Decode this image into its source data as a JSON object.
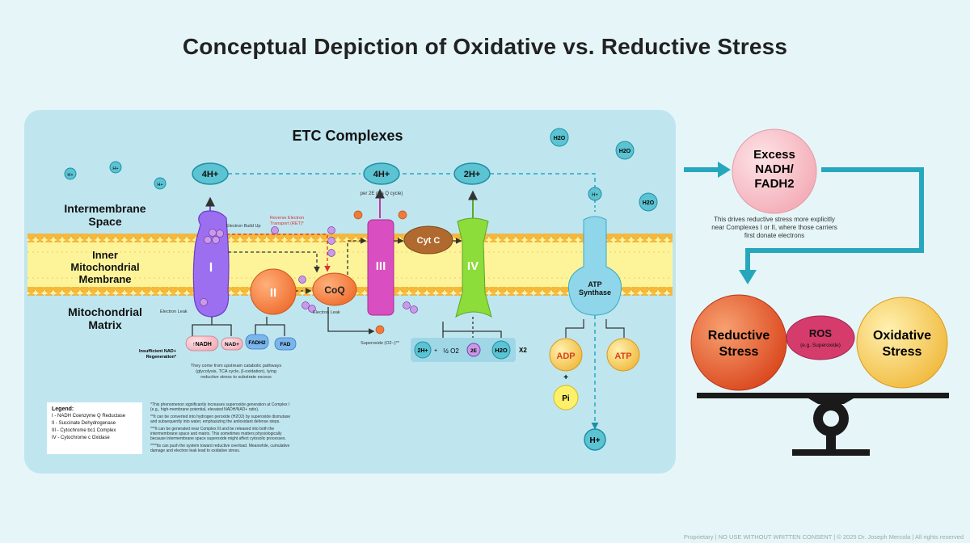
{
  "title": "Conceptual Depiction of Oxidative vs. Reductive Stress",
  "etc_title": "ETC Complexes",
  "regions": {
    "intermembrane": [
      "Intermembrane",
      "Space"
    ],
    "inner": [
      "Inner",
      "Mitochondrial",
      "Membrane"
    ],
    "matrix": [
      "Mitochondrial",
      "Matrix"
    ]
  },
  "complexes": {
    "c1": "I",
    "c2": "II",
    "c3": "III",
    "c4": "IV",
    "coq": "CoQ",
    "cytc": "Cyt C",
    "atp_synthase": [
      "ATP",
      "Synthase"
    ]
  },
  "protons": {
    "h_single": "H+",
    "p1": "4H+",
    "p2": "4H+",
    "p3": "2H+",
    "p2_note": "per 2E (via Q cycle)"
  },
  "water": "H2O",
  "electron": "E",
  "superoxide_small": "O2",
  "annotations": {
    "electron_buildup": "Electron Build Up",
    "ret": [
      "Reverse Electron",
      "Transport (RET)*"
    ],
    "electron_leak": "Electron Leak",
    "superoxide": "Superoxide (O2−)**"
  },
  "substrates": {
    "nadh": "↑NADH",
    "nad": "NAD+",
    "fadh2": "FADH2",
    "fad": "FAD",
    "insufficient": [
      "Insufficient NAD+",
      "Regeneration*"
    ],
    "note": [
      "They come from upstream catabolic pathways",
      "(glycolysis, TCA cycle, β-oxidation), tying",
      "reductive stress to substrate excess"
    ]
  },
  "reaction": {
    "r1": "2H+",
    "plus": "+",
    "r2": "½ O2",
    "r3": "2E",
    "product": "H2O",
    "times": "X2"
  },
  "atp": {
    "adp": "ADP",
    "plus": "+",
    "pi": "Pi",
    "atp": "ATP"
  },
  "legend": {
    "title": "Legend:",
    "items": [
      "I - NADH Coenzyme Q Reductase",
      "II - Succinate Dehydrogenase",
      "III - Cytochrome bc1 Complex",
      "IV - Cytochrome c Oxidase"
    ]
  },
  "footnotes": [
    "*This phenomenon significantly increases superoxide generation at Complex I (e.g., high-membrane potential, elevated NADH/NAD+ ratio).",
    "**It can be converted into hydrogen peroxide (H2O2) by superoxide dismutase and subsequently into water, emphasizing the antioxidant defense steps.",
    "***It can be generated near Complex III and be released into both the intermembrane space and matrix. This sometimes matters physiologically because intermembrane space superoxide might affect cytosolic processes.",
    "****Its can push the system toward reductive overload. Meanwhile, cumulative damage and electron leak lead to oxidative stress."
  ],
  "right": {
    "excess": [
      "Excess",
      "NADH/",
      "FADH2"
    ],
    "excess_note": [
      "This drives reductive stress more explicitly",
      "near Complexes I or II, where those carriers",
      "first donate electrons"
    ],
    "reductive": [
      "Reductive",
      "Stress"
    ],
    "ros": "ROS",
    "ros_note": "(e.g. Superoxide)",
    "oxidative": [
      "Oxidative",
      "Stress"
    ]
  },
  "colors": {
    "panel": "#bfe6ef",
    "teal": "#27a7bd",
    "membrane": "#f7b83a",
    "c1": "#9b6ff0",
    "c2": "#f0803a",
    "c3": "#d94fc1",
    "c4": "#8cdc3a",
    "atp_synthase": "#8fd6ea",
    "reductive": "#e8541f",
    "oxidative": "#f5c848",
    "ros": "#d53b6b",
    "excess": "#f7c4cc"
  },
  "footer": "Proprietary | NO USE WITHOUT WRITTEN CONSENT | © 2025 Dr. Joseph Mercola | All rights reserved"
}
